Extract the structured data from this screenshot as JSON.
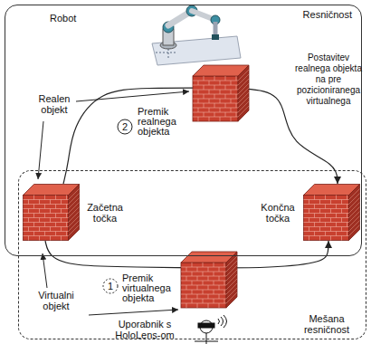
{
  "diagram": {
    "nodes": [
      {
        "text": [
          "Resničnost"
        ]
      },
      {
        "text": [
          "Mešana resničnost"
        ]
      },
      {
        "text": [
          "Začetna točka"
        ],
        "in": 0
      },
      {
        "text": [
          "Končna točka"
        ],
        "in": 0
      }
    ],
    "edges": [
      {
        "from": 2,
        "to": 3,
        "arrow": "to",
        "label": "Premik realnega objekta"
      },
      {
        "from": 2,
        "to": 3,
        "arrow": "to",
        "label": "Premik virtualnega objekta"
      }
    ],
    "labels": [
      "Robot",
      "Postavitev realnega objekta na pre pozicioniranega virtualnega",
      "Realen objekt",
      "2",
      "1",
      "Virtualni objekt",
      "Uporabnik s HoloLens-om"
    ]
  }
}
